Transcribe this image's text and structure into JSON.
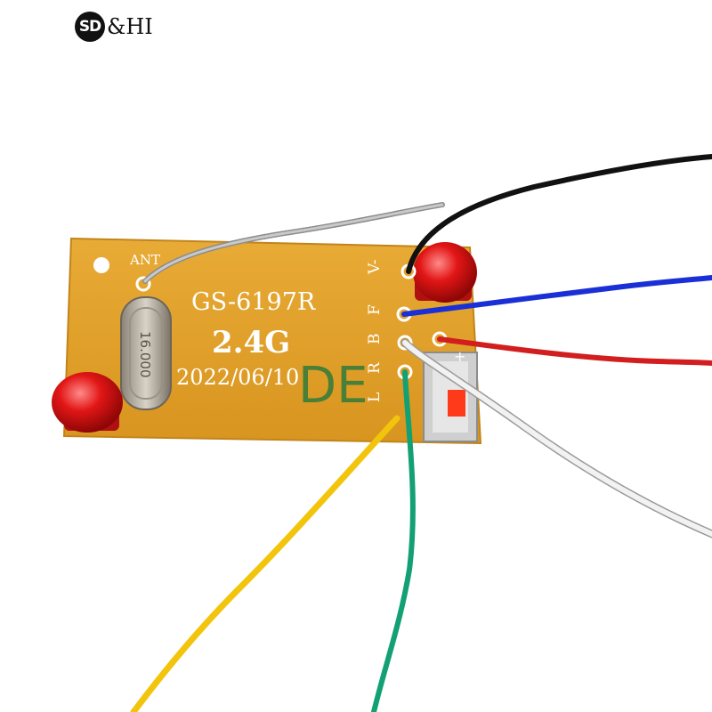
{
  "watermark": {
    "circle_text": "SD",
    "text": "&HI"
  },
  "board": {
    "antenna_label": "ANT",
    "model": "GS-6197R",
    "frequency": "2.4G",
    "date": "2022/06/10",
    "marker_text": "DE",
    "crystal_text": "16.000",
    "pin_labels": [
      "V-",
      "F",
      "B",
      "R",
      "L"
    ],
    "plus_label": "+"
  },
  "colors": {
    "board": "#e0a12c",
    "silkscreen": "#ffffff",
    "marker": "#2f7a3a",
    "wire_black": "#111111",
    "wire_blue": "#1b2fd6",
    "wire_red": "#d21e1e",
    "wire_white": "#f2f2f2",
    "wire_green": "#12a074",
    "wire_yellow": "#f2c40c",
    "led": "#e21616"
  }
}
